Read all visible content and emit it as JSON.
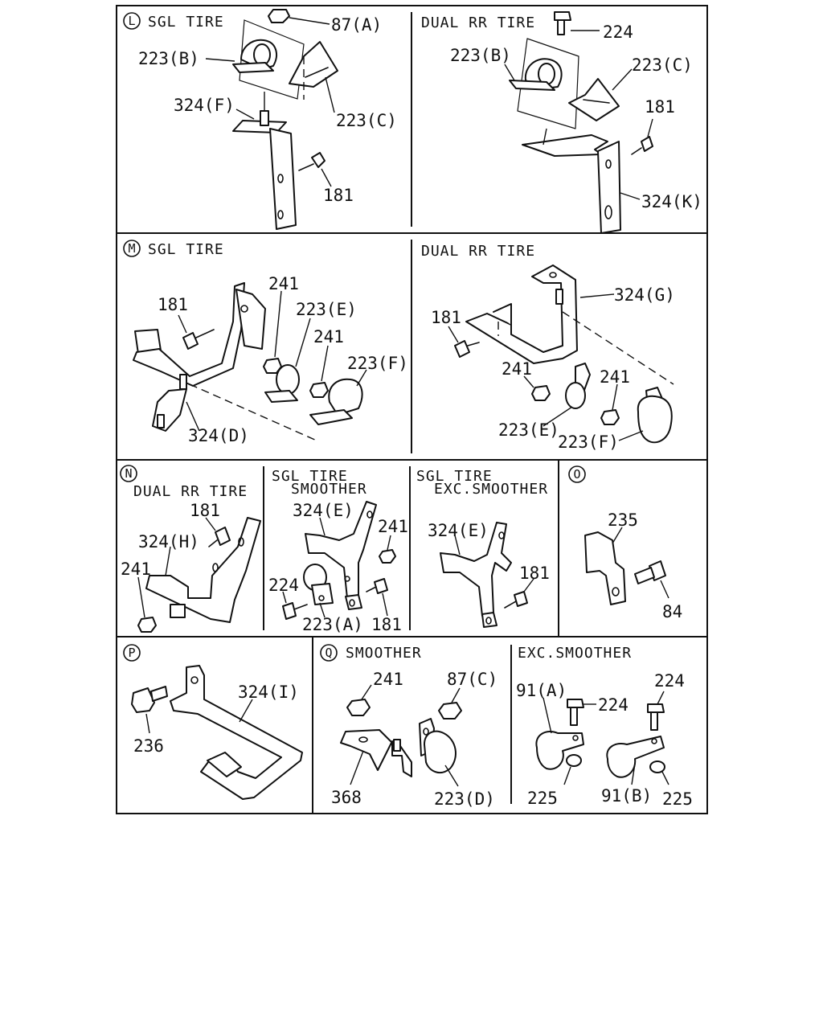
{
  "sections": {
    "L": {
      "letter": "L",
      "left_title": "SGL TIRE",
      "right_title": "DUAL RR TIRE",
      "left_labels": [
        "87(A)",
        "223(B)",
        "324(F)",
        "223(C)",
        "181"
      ],
      "right_labels": [
        "224",
        "223(B)",
        "223(C)",
        "181",
        "324(K)"
      ]
    },
    "M": {
      "letter": "M",
      "left_title": "SGL TIRE",
      "right_title": "DUAL RR TIRE",
      "left_labels": [
        "181",
        "241",
        "223(E)",
        "241",
        "223(F)",
        "324(D)"
      ],
      "right_labels": [
        "324(G)",
        "181",
        "241",
        "241",
        "223(E)",
        "223(F)"
      ]
    },
    "N": {
      "letter": "N",
      "p1_title": "DUAL RR TIRE",
      "p2_title_1": "SGL TIRE",
      "p2_title_2": "SMOOTHER",
      "p3_title_1": "SGL TIRE",
      "p3_title_2": "EXC.SMOOTHER",
      "p1_labels": [
        "181",
        "324(H)",
        "241"
      ],
      "p2_labels": [
        "324(E)",
        "241",
        "224",
        "223(A)",
        "181"
      ],
      "p3_labels": [
        "324(E)",
        "181"
      ]
    },
    "O": {
      "letter": "O",
      "labels": [
        "235",
        "84"
      ]
    },
    "P": {
      "letter": "P",
      "labels": [
        "324(I)",
        "236"
      ]
    },
    "Q": {
      "letter": "Q",
      "left_title": "SMOOTHER",
      "right_title": "EXC.SMOOTHER",
      "left_labels": [
        "241",
        "87(C)",
        "368",
        "223(D)"
      ],
      "right_labels": [
        "91(A)",
        "224",
        "224",
        "225",
        "91(B)",
        "225"
      ]
    }
  }
}
